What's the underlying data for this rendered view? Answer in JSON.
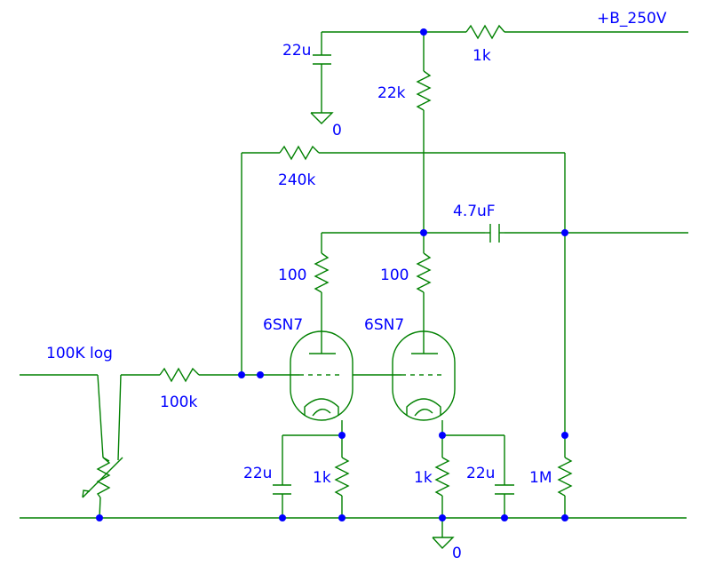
{
  "labels": {
    "supply": "+B_250V",
    "r_supply": "1k",
    "c_top": "22u",
    "gnd_top": "0",
    "r_plate": "22k",
    "r_feedback": "240k",
    "c_out": "4.7uF",
    "r_grid_left": "100",
    "r_grid_right": "100",
    "tube_left": "6SN7",
    "tube_right": "6SN7",
    "pot": "100K log",
    "r_input": "100k",
    "c_cath_left": "22u",
    "r_cath_left": "1k",
    "r_cath_right": "1k",
    "c_cath_right": "22u",
    "r_out": "1M",
    "gnd_bottom": "0"
  },
  "colors": {
    "wire": "#008000",
    "text": "#0000ff",
    "junction": "#0000ff"
  }
}
